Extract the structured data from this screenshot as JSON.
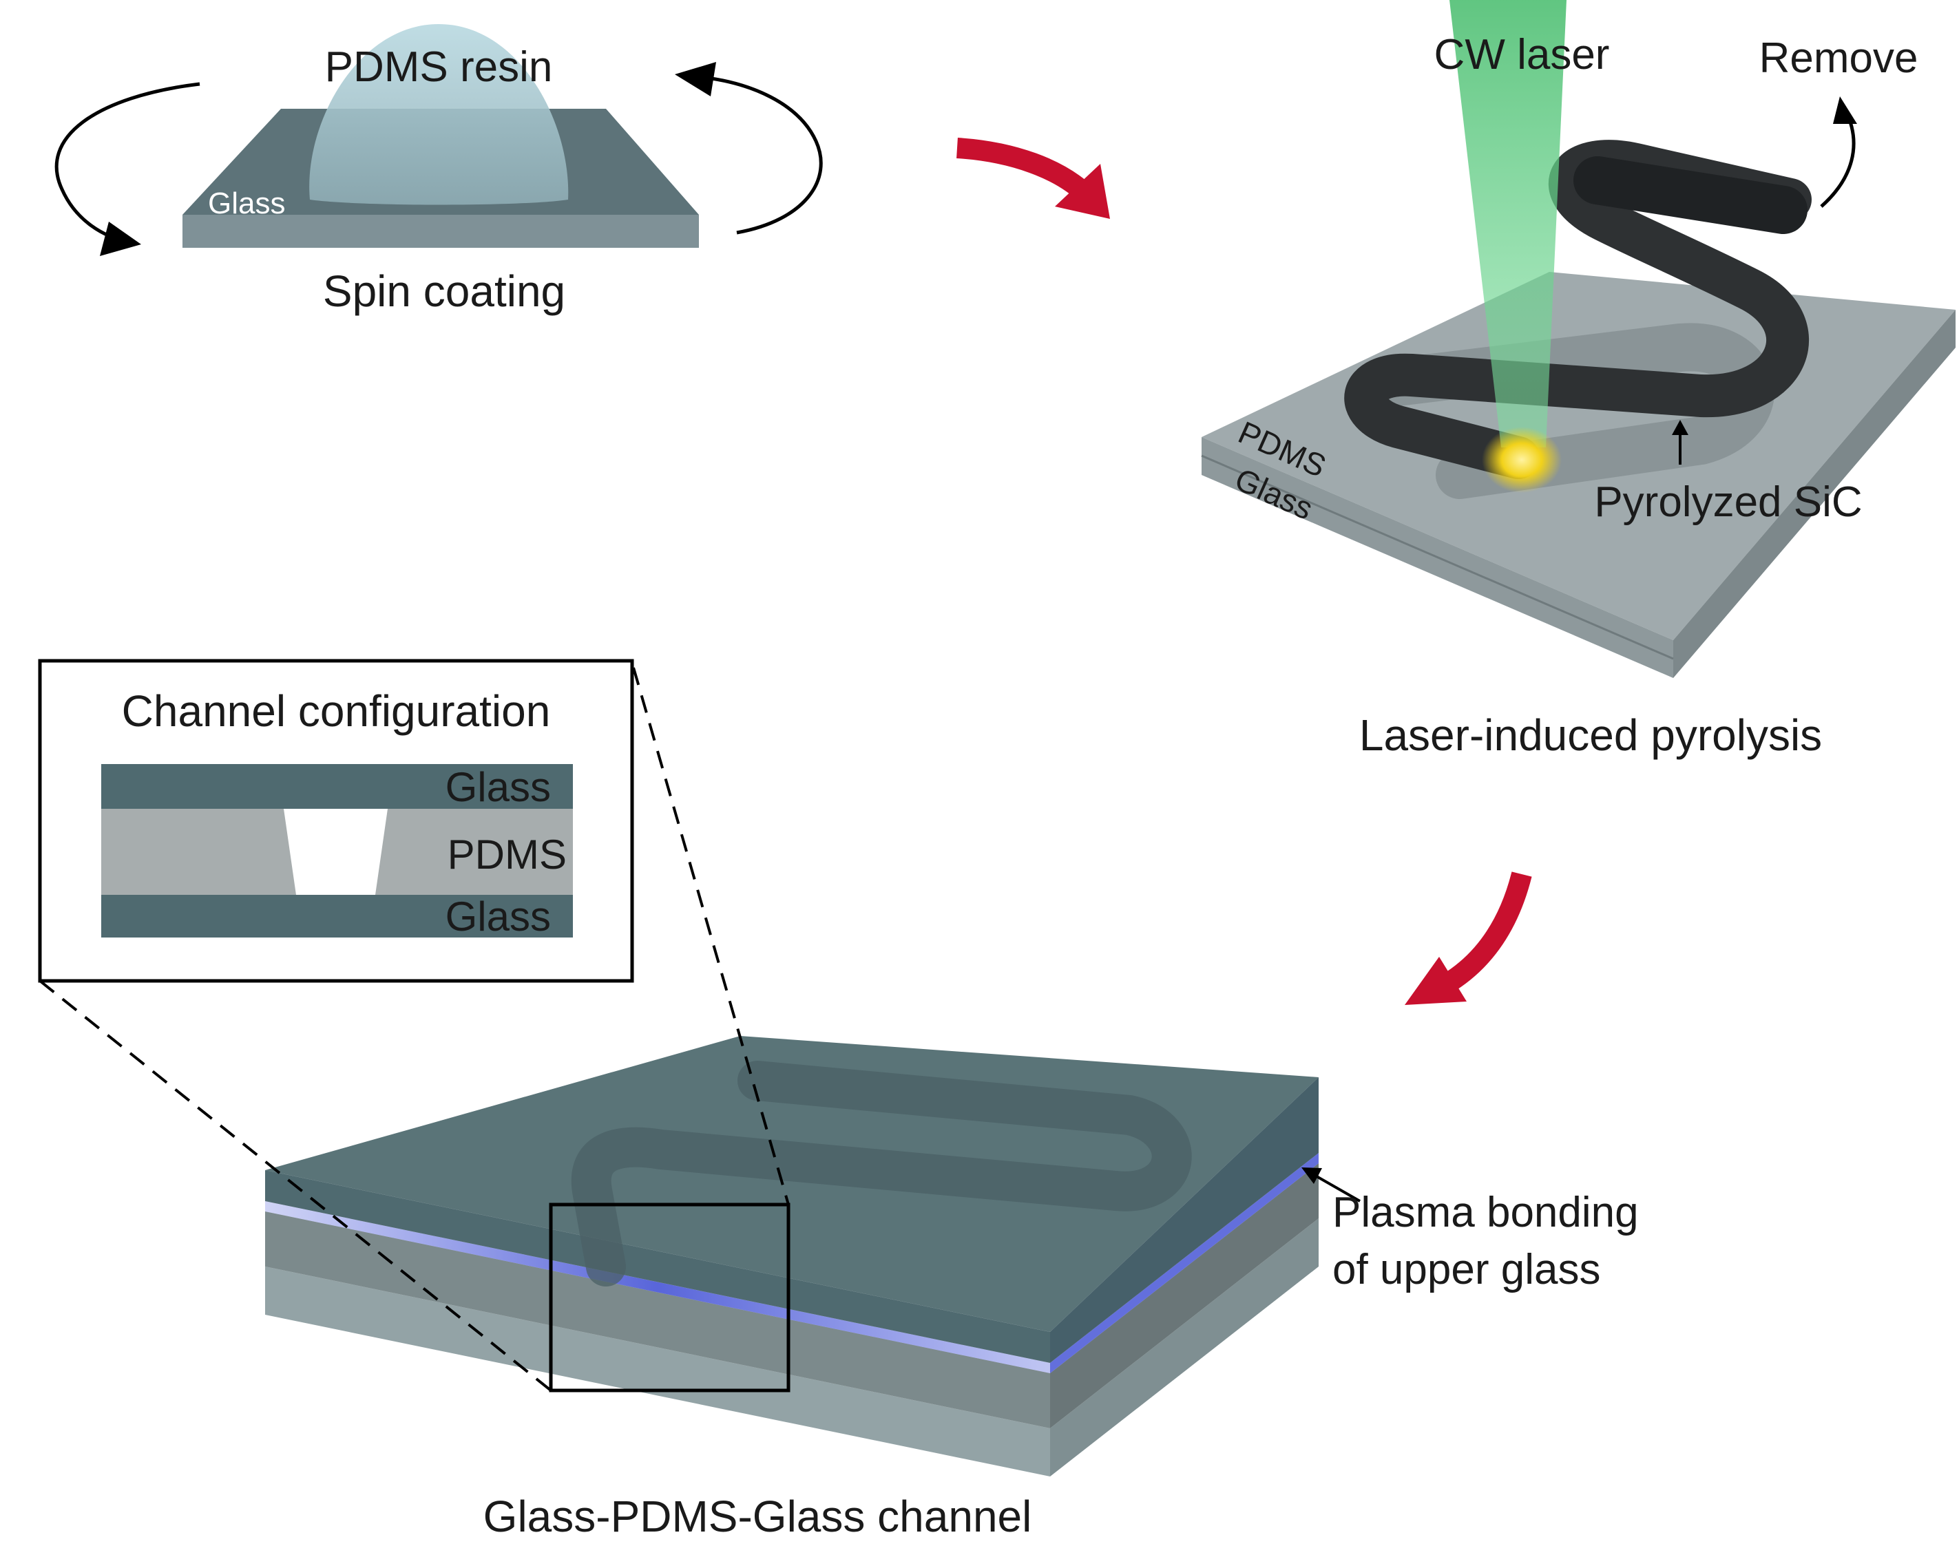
{
  "step1": {
    "resin_label": "PDMS resin",
    "substrate_label": "Glass",
    "caption": "Spin coating"
  },
  "step2": {
    "laser_label": "CW laser",
    "remove_label": "Remove",
    "pdms_label": "PDMS",
    "glass_label": "Glass",
    "sic_label": "Pyrolyzed SiC",
    "caption": "Laser-induced pyrolysis"
  },
  "step3": {
    "inset_title": "Channel configuration",
    "inset_layers": [
      "Glass",
      "PDMS",
      "Glass"
    ],
    "bond_label_line1": "Plasma bonding",
    "bond_label_line2": "of upper glass",
    "caption": "Glass-PDMS-Glass channel"
  },
  "colors": {
    "glass": "#4f6a70",
    "pdms": "#a7adae",
    "sic": "#2e3133",
    "laser": "#5ec47f",
    "process_arrow": "#c8102e",
    "bond_layer": "#2f3fd0"
  }
}
